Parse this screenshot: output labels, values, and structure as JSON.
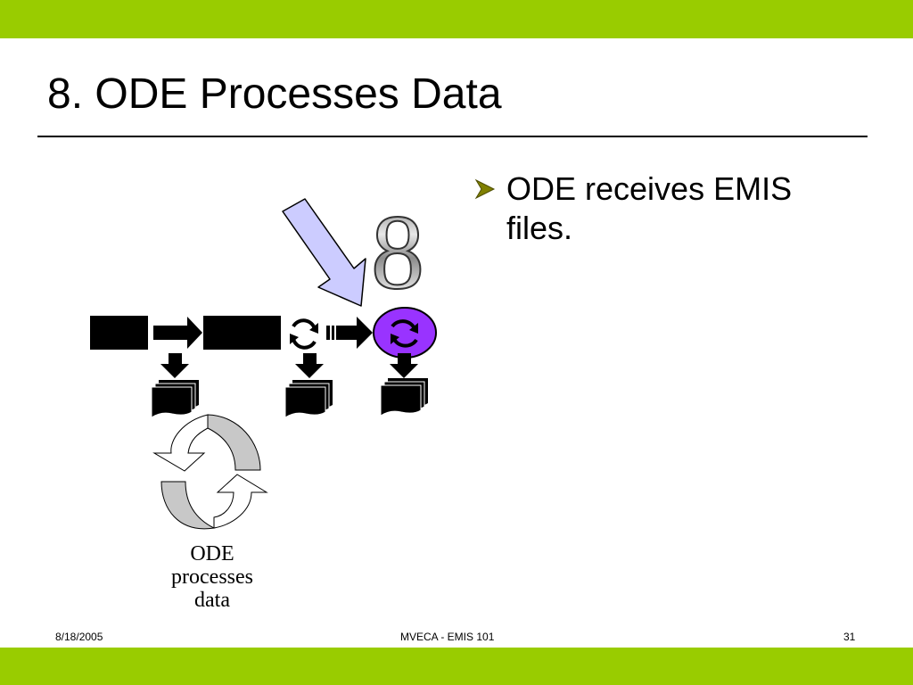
{
  "slide": {
    "title": "8. ODE Processes Data",
    "bullets": [
      {
        "text": "ODE receives EMIS files.",
        "icon": "arrow-bullet-icon"
      }
    ]
  },
  "diagram": {
    "step_number": "8",
    "caption_lines": [
      "ODE",
      "processes",
      "data"
    ]
  },
  "footer": {
    "date": "8/18/2005",
    "center": "MVECA - EMIS 101",
    "page": "31"
  },
  "colors": {
    "band": "#99cc00",
    "arrow_fill": "#ccccff",
    "active_circle": "#9933ff",
    "bullet": "#808000",
    "cycle_gray": "#c8c8c8"
  }
}
